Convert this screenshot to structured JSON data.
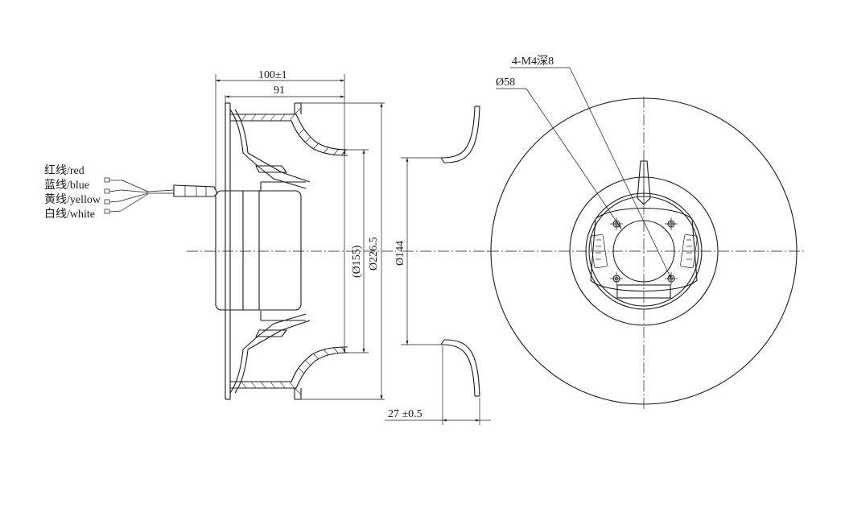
{
  "dimensions": {
    "overall_width": "100±1",
    "inner_width": "91",
    "inlet_ref": "(Ø155)",
    "outer_diameter": "Ø226.5",
    "inlet_diameter": "Ø144",
    "inlet_depth": "27 ±0.5",
    "mount_holes": "4-M4深8",
    "hub_diameter": "Ø58"
  },
  "wires": [
    {
      "label": "红线/red",
      "color": "#d32f2f"
    },
    {
      "label": "蓝线/blue",
      "color": "#1565c0"
    },
    {
      "label": "黄线/yellow",
      "color": "#f9a825"
    },
    {
      "label": "白线/white",
      "color": "#ffffff"
    }
  ]
}
